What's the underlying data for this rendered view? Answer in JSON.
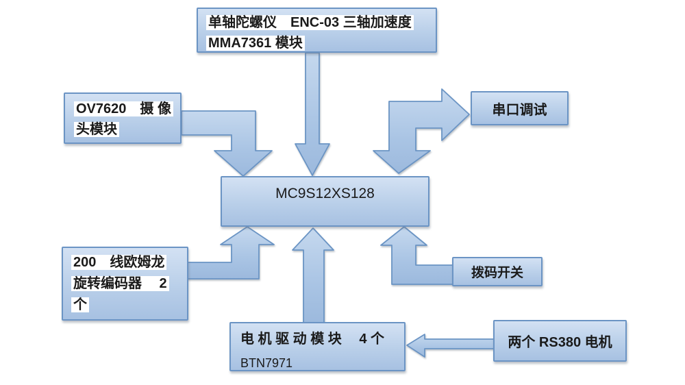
{
  "colors": {
    "background": "#ffffff",
    "box_fill_top": "#d3e1f3",
    "box_fill_bottom": "#a7c1e2",
    "box_border": "#6b94c4",
    "arrow_fill_top": "#c5d8ee",
    "arrow_fill_bottom": "#9cb9dd",
    "arrow_border": "#6b94c4",
    "text": "#1a1a1a",
    "text_highlight_bg": "#ffffff"
  },
  "nodes": [
    {
      "id": "sensor-module",
      "lines": [
        "单轴陀螺仪　ENC-03 三轴加速度",
        "MMA7361 模块"
      ]
    },
    {
      "id": "camera-module",
      "lines": [
        "OV7620　摄 像",
        "头模块"
      ]
    },
    {
      "id": "serial-debug",
      "lines": [
        "串口调试"
      ]
    },
    {
      "id": "mcu",
      "lines": [
        "MC9S12XS128"
      ]
    },
    {
      "id": "encoder",
      "lines": [
        "200　线欧姆龙",
        "旋转编码器　  2",
        "个"
      ]
    },
    {
      "id": "dip-switch",
      "lines": [
        "拨码开关"
      ]
    },
    {
      "id": "motor-driver",
      "lines": [
        "电 机 驱 动 模 块　 4 个",
        "BTN7971"
      ]
    },
    {
      "id": "motors",
      "lines": [
        "两个  RS380 电机"
      ]
    }
  ],
  "edges": [
    {
      "from": "sensor-module",
      "to": "mcu",
      "style": "straight-down-arrow"
    },
    {
      "from": "camera-module",
      "to": "mcu",
      "style": "bent-arrow-right-then-down"
    },
    {
      "from": "mcu",
      "to": "serial-debug",
      "style": "bidirectional-bent-arrow"
    },
    {
      "from": "encoder",
      "to": "mcu",
      "style": "bent-arrow-right-then-up"
    },
    {
      "from": "dip-switch",
      "to": "mcu",
      "style": "bent-arrow-left-then-up"
    },
    {
      "from": "motor-driver",
      "to": "mcu",
      "style": "straight-up-arrow"
    },
    {
      "from": "motors",
      "to": "motor-driver",
      "style": "straight-left-arrow"
    }
  ]
}
